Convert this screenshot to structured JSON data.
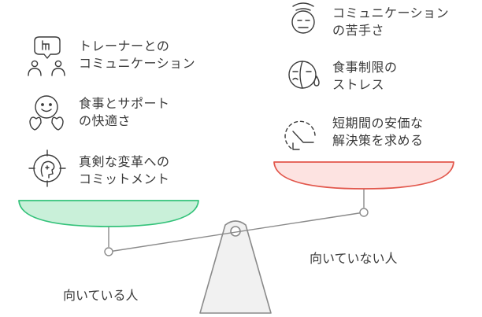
{
  "colors": {
    "left_pan_fill": "#c9f0d9",
    "left_pan_stroke": "#34c27a",
    "right_pan_fill": "#fde3e1",
    "right_pan_stroke": "#e2574c",
    "beam": "#8a8a8a"
  },
  "left": {
    "label": "向いている人",
    "items": [
      {
        "icon": "trainer-communication-icon",
        "line1": "トレーナーとの",
        "line2": "コミュニケーション"
      },
      {
        "icon": "meal-support-icon",
        "line1": "食事とサポート",
        "line2": "の快適さ"
      },
      {
        "icon": "commitment-target-icon",
        "line1": "真剣な変革への",
        "line2": "コミットメント"
      }
    ]
  },
  "right": {
    "label": "向いていない人",
    "items": [
      {
        "icon": "communication-difficulty-icon",
        "line1": "コミュニケーション",
        "line2": "の苦手さ"
      },
      {
        "icon": "diet-stress-icon",
        "line1": "食事制限の",
        "line2": "ストレス"
      },
      {
        "icon": "short-term-cheap-icon",
        "line1": "短期間の安価な",
        "line2": "解決策を求める"
      }
    ]
  }
}
